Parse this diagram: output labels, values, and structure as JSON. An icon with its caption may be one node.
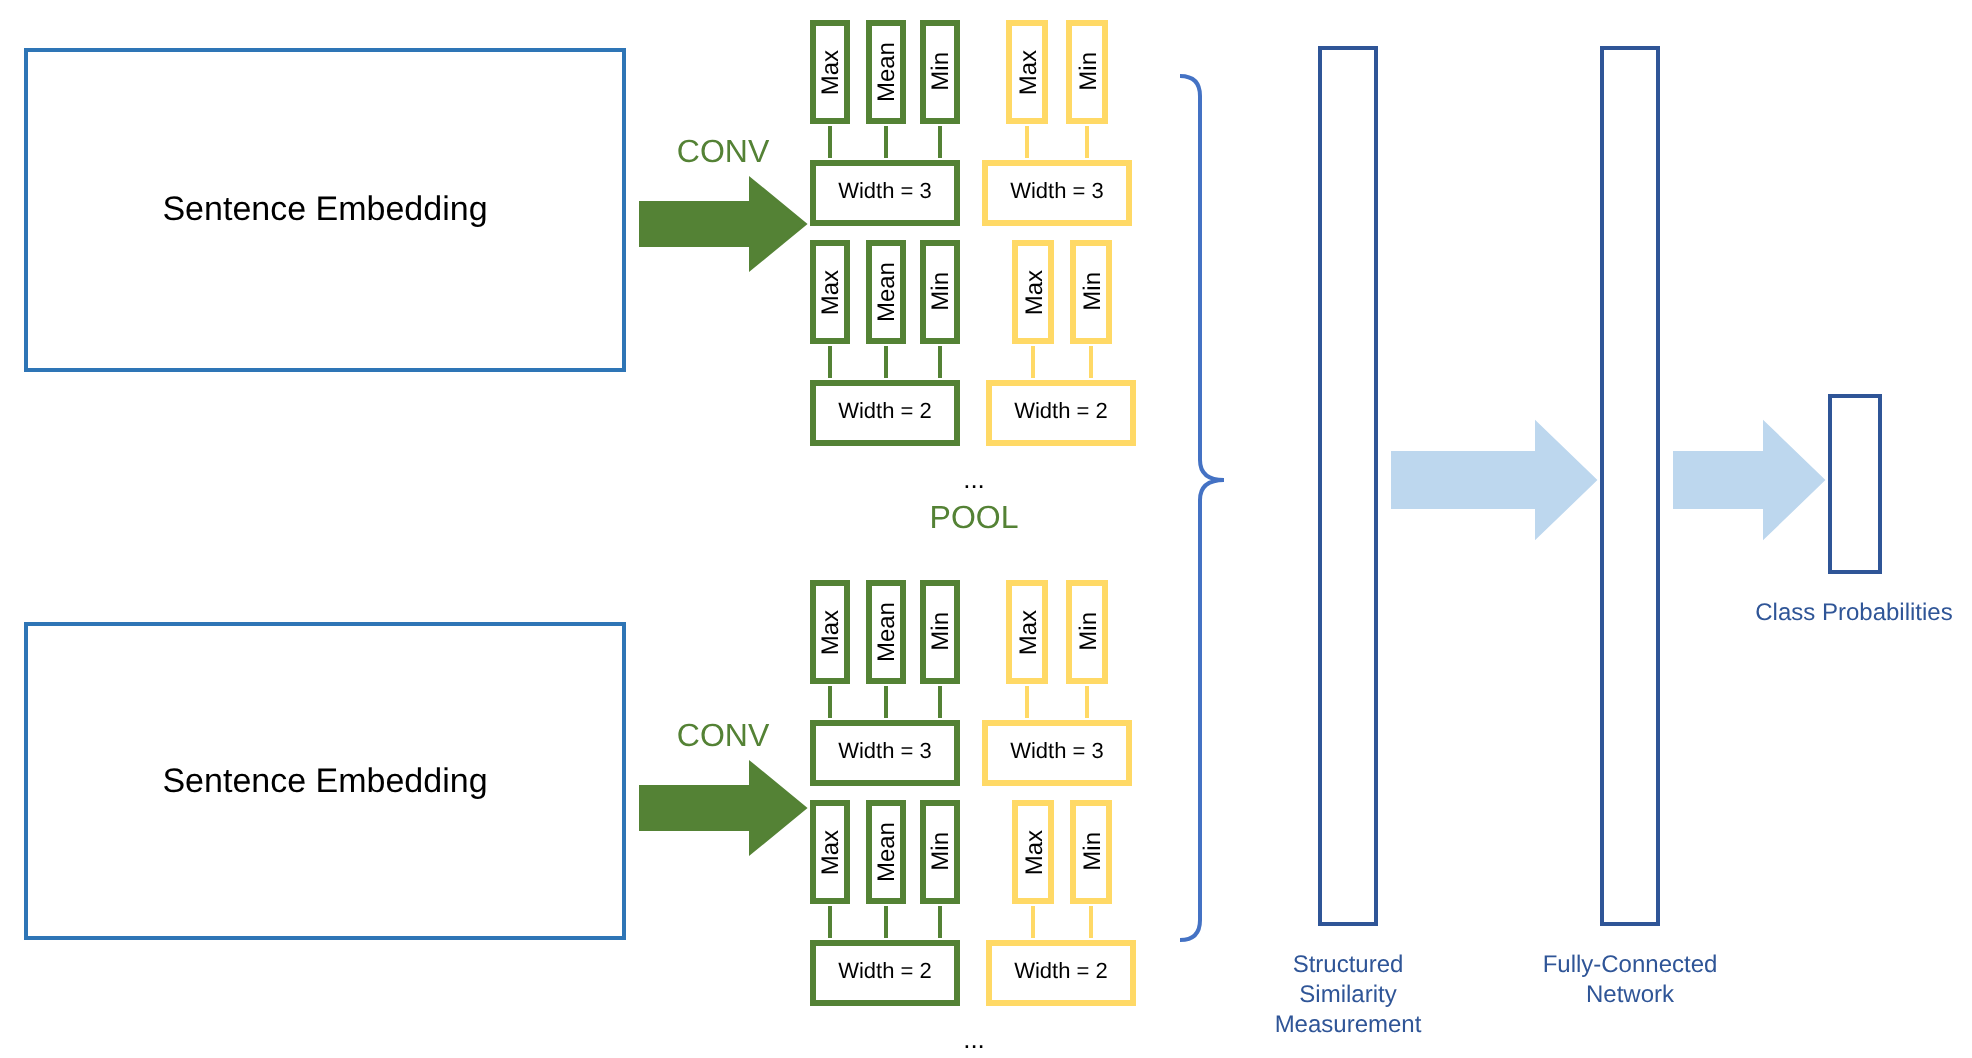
{
  "diagram": {
    "nodes": [
      {
        "text": [
          "Sentence Embedding"
        ]
      },
      {
        "text": [
          "Sentence Embedding"
        ]
      },
      {
        "text": [
          "Max"
        ]
      },
      {
        "text": [
          "Mean"
        ]
      },
      {
        "text": [
          "Min"
        ]
      },
      {
        "text": [
          "Max"
        ]
      },
      {
        "text": [
          "Min"
        ]
      },
      {
        "text": [
          "Width = 3"
        ]
      },
      {
        "text": [
          "Width = 3"
        ]
      },
      {
        "text": [
          "Max"
        ]
      },
      {
        "text": [
          "Mean"
        ]
      },
      {
        "text": [
          "Min"
        ]
      },
      {
        "text": [
          "Max"
        ]
      },
      {
        "text": [
          "Min"
        ]
      },
      {
        "text": [
          "Width = 2"
        ]
      },
      {
        "text": [
          "Width = 2"
        ]
      },
      {
        "text": [
          "Max"
        ]
      },
      {
        "text": [
          "Mean"
        ]
      },
      {
        "text": [
          "Min"
        ]
      },
      {
        "text": [
          "Max"
        ]
      },
      {
        "text": [
          "Min"
        ]
      },
      {
        "text": [
          "Width = 3"
        ]
      },
      {
        "text": [
          "Width = 3"
        ]
      },
      {
        "text": [
          "Max"
        ]
      },
      {
        "text": [
          "Mean"
        ]
      },
      {
        "text": [
          "Min"
        ]
      },
      {
        "text": [
          "Max"
        ]
      },
      {
        "text": [
          "Min"
        ]
      },
      {
        "text": [
          "Width = 2"
        ]
      },
      {
        "text": [
          "Width = 2"
        ]
      },
      {
        "text": [
          "Structured Similarity Measurement"
        ]
      },
      {
        "text": [
          "Fully-Connected Network"
        ]
      },
      {
        "text": [
          "Class Probabilities"
        ]
      }
    ],
    "edges": [
      {
        "from": 0,
        "to": null,
        "arrow": "to",
        "label": "CONV",
        "style": "thick",
        "color": "#548235"
      },
      {
        "from": 2,
        "to": 7,
        "arrow": "none",
        "color": "#548235"
      },
      {
        "from": 3,
        "to": 7,
        "arrow": "none",
        "color": "#548235"
      },
      {
        "from": 4,
        "to": 7,
        "arrow": "none",
        "color": "#548235"
      },
      {
        "from": 5,
        "to": 8,
        "arrow": "none",
        "color": "#ffd966"
      },
      {
        "from": 6,
        "to": 8,
        "arrow": "none",
        "color": "#ffd966"
      },
      {
        "from": 9,
        "to": 14,
        "arrow": "none",
        "color": "#548235"
      },
      {
        "from": 10,
        "to": 14,
        "arrow": "none",
        "color": "#548235"
      },
      {
        "from": 11,
        "to": 14,
        "arrow": "none",
        "color": "#548235"
      },
      {
        "from": 12,
        "to": 15,
        "arrow": "none",
        "color": "#ffd966"
      },
      {
        "from": 13,
        "to": 15,
        "arrow": "none",
        "color": "#ffd966"
      },
      {
        "from": 1,
        "to": null,
        "arrow": "to",
        "label": "CONV",
        "style": "thick",
        "color": "#548235"
      },
      {
        "from": 16,
        "to": 21,
        "arrow": "none",
        "color": "#548235"
      },
      {
        "from": 17,
        "to": 21,
        "arrow": "none",
        "color": "#548235"
      },
      {
        "from": 18,
        "to": 21,
        "arrow": "none",
        "color": "#548235"
      },
      {
        "from": 19,
        "to": 22,
        "arrow": "none",
        "color": "#ffd966"
      },
      {
        "from": 20,
        "to": 22,
        "arrow": "none",
        "color": "#ffd966"
      },
      {
        "from": 23,
        "to": 28,
        "arrow": "none",
        "color": "#548235"
      },
      {
        "from": 24,
        "to": 28,
        "arrow": "none",
        "color": "#548235"
      },
      {
        "from": 25,
        "to": 28,
        "arrow": "none",
        "color": "#548235"
      },
      {
        "from": 26,
        "to": 29,
        "arrow": "none",
        "color": "#ffd966"
      },
      {
        "from": 27,
        "to": 29,
        "arrow": "none",
        "color": "#ffd966"
      },
      {
        "from": 30,
        "to": 31,
        "arrow": "to",
        "style": "thick",
        "color": "#bdd7ee"
      },
      {
        "from": 31,
        "to": 32,
        "arrow": "to",
        "style": "thick",
        "color": "#bdd7ee"
      }
    ],
    "labels": [
      "...",
      "POOL",
      "..."
    ]
  }
}
